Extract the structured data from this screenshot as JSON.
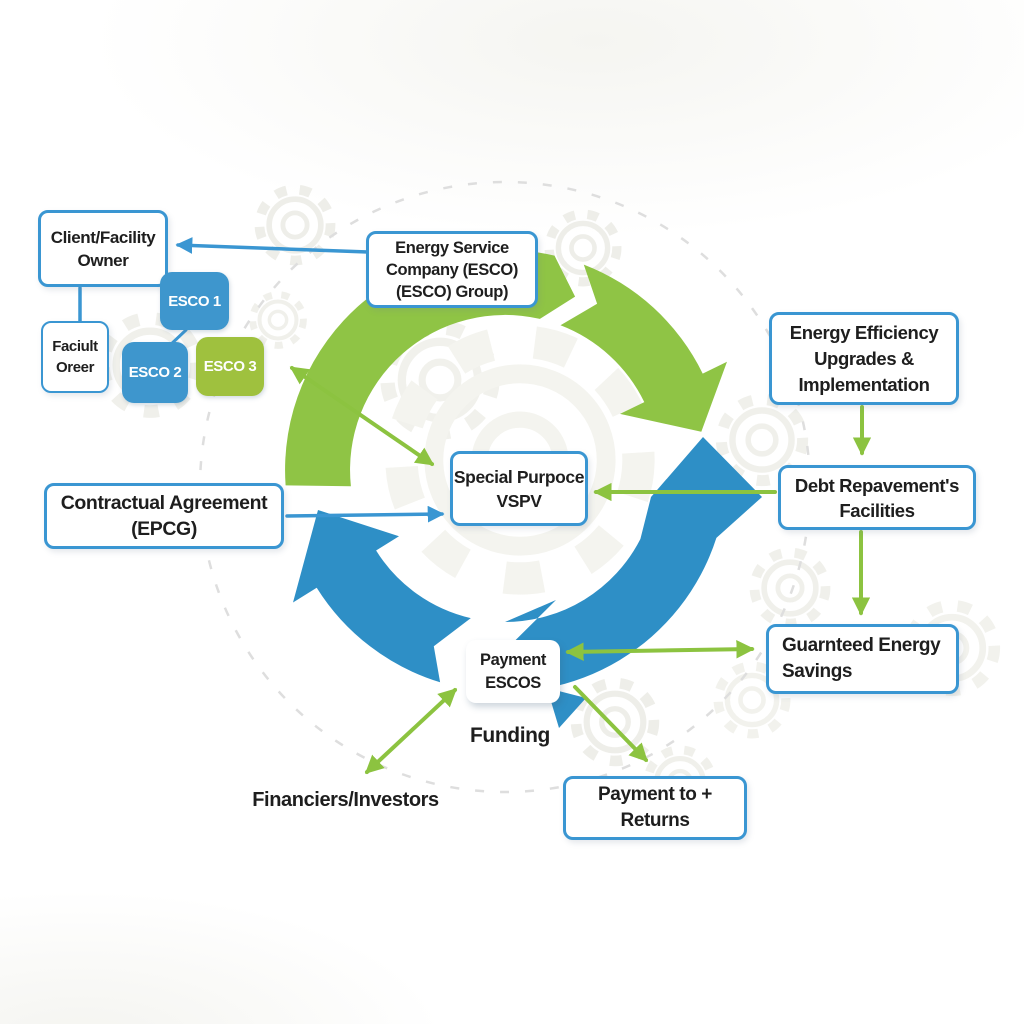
{
  "boxes": {
    "client": {
      "lines": [
        "Client/Facility",
        "Owner"
      ]
    },
    "facility_small": {
      "lines": [
        "Faciult",
        "Oreer"
      ]
    },
    "esco1": {
      "label": "ESCO 1"
    },
    "esco2": {
      "label": "ESCO 2"
    },
    "esco3": {
      "label": "ESCO 3"
    },
    "esco_group": {
      "lines": [
        "Energy Service",
        "Company (ESCO)",
        "(ESCO) Group)"
      ]
    },
    "energy_efficiency": {
      "lines": [
        "Energy Efficiency",
        "Upgrades &",
        "Implementation"
      ]
    },
    "debt_repayment": {
      "lines": [
        "Debt Repavement's",
        "Facilities"
      ]
    },
    "guaranteed_savings": {
      "lines": [
        "Guarnteed Energy",
        "Savings"
      ]
    },
    "special_purpose": {
      "lines": [
        "Special Purpoce",
        "VSPV"
      ]
    },
    "contractual_agreement": {
      "lines": [
        "Contractual Agreement",
        "(EPCG)"
      ]
    },
    "payment_escos": {
      "lines": [
        "Payment",
        "ESCOS"
      ]
    },
    "payment_returns": {
      "lines": [
        "Payment to +",
        "Returns"
      ]
    }
  },
  "labels": {
    "funding": "Funding",
    "financiers": "Financiers/Investors"
  },
  "colors": {
    "box_border_blue": "#3a96d2",
    "esco_blue_fill": "#3e96cd",
    "esco_green_fill": "#9fc13e",
    "arc_green": "#8fc445",
    "arc_blue": "#2e8fc6",
    "arrow_green": "#8cc340",
    "arrow_blue": "#3a96d2",
    "text": "#1e1e1e"
  }
}
